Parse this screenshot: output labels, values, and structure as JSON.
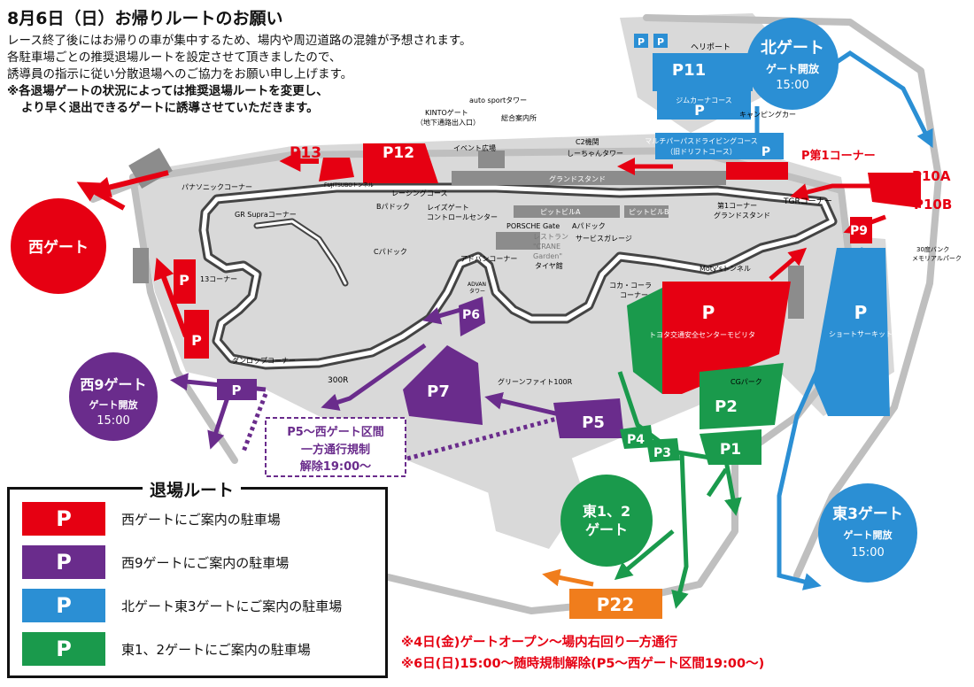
{
  "header": {
    "title": "8月6日（日）お帰りルートのお願い",
    "line1": "レース終了後にはお帰りの車が集中するため、場内や周辺道路の混雑が予想されます。",
    "line2": "各駐車場ごとの推奨退場ルートを設定させて頂きましたので、",
    "line3": "誘導員の指示に従い分散退場へのご協力をお願い申し上げます。",
    "line4": "※各退場ゲートの状況によっては推奨退場ルートを変更し、",
    "line5": "より早く退出できるゲートに誘導させていただきます。"
  },
  "colors": {
    "red": "#e60012",
    "purple": "#6a2c8c",
    "blue": "#2b8fd4",
    "green": "#1a9a4c",
    "orange": "#f07d1c"
  },
  "gates": {
    "west": "西ゲート",
    "north": "北ゲート",
    "north_open": "ゲート開放",
    "north_time": "15:00",
    "west9": "西9ゲート",
    "west9_open": "ゲート開放",
    "west9_time": "15:00",
    "east3": "東3ゲート",
    "east3_open": "ゲート開放",
    "east3_time": "15:00",
    "east12_line1": "東1、2",
    "east12_line2": "ゲート"
  },
  "parking": {
    "p1": "P1",
    "p2": "P2",
    "p3": "P3",
    "p4": "P4",
    "p5": "P5",
    "p6": "P6",
    "p7": "P7",
    "p9": "P9",
    "p10a": "P10A",
    "p10b": "P10B",
    "p11": "P11",
    "p12": "P12",
    "p13": "P13",
    "p22": "P22",
    "p_first_corner": "P第1コーナー",
    "p": "P"
  },
  "places": {
    "heliport": "ヘリポート",
    "gymkhana": "ジムカーナコース",
    "camping": "キャンピングカー",
    "multi_line1": "マルチパーパスドライビングコース",
    "multi_line2": "（旧ドリフトコース）",
    "auto_sport": "auto sportタワー",
    "kinto_line1": "KINTOゲート",
    "kinto_line2": "（地下通路出入口）",
    "info": "総合案内所",
    "event": "イベント広場",
    "c2_line1": "C2機関",
    "c2_line2": "しーちゃんタワー",
    "grandstand": "グランドスタンド",
    "fujitsubo": "FUJITSUBOトンネル",
    "racing_course": "レーシングコース",
    "panasonic": "パナソニックコーナー",
    "b_paddock": "Bパドック",
    "rays_line1": "レイズゲート",
    "rays_line2": "コントロールセンター",
    "pit_a": "ピットビルA",
    "pit_b": "ピットビルB",
    "first_corner_gs_line1": "第1コーナー",
    "first_corner_gs_line2": "グランドスタンド",
    "tgr": "TGRコーナー",
    "gr_supra": "GR Supraコーナー",
    "porsche": "PORSCHE Gate",
    "a_paddock": "Aパドック",
    "restaurant_line1": "レストラン",
    "restaurant_line2": "\"CRANE",
    "restaurant_line3": "Garden\"",
    "service_garage": "サービスガレージ",
    "c_paddock": "Cパドック",
    "advan_corner": "アドバンコーナー",
    "tire": "タイヤ館",
    "motys": "Moty'sトンネル",
    "bank_line1": "30度バンク",
    "bank_line2": "メモリアルパーク",
    "c13": "13コーナー",
    "advan_tower_line1": "ADVAN",
    "advan_tower_line2": "タワー",
    "coca_line1": "コカ・コーラ",
    "coca_line2": "コーナー",
    "toyota_center": "トヨタ交通安全センターモビリタ",
    "short_circuit": "ショートサーキット",
    "dunlop": "ダンロップコーナー",
    "c300r": "300R",
    "green_fight": "グリーンファイト100R",
    "cg_park": "CGパーク"
  },
  "regulation": {
    "line1": "P5～西ゲート区間",
    "line2": "一方通行規制",
    "line3": "解除19:00～"
  },
  "legend": {
    "title": "退場ルート",
    "items": [
      {
        "color": "#e60012",
        "box": "P",
        "label": "西ゲートにご案内の駐車場"
      },
      {
        "color": "#6a2c8c",
        "box": "P",
        "label": "西9ゲートにご案内の駐車場"
      },
      {
        "color": "#2b8fd4",
        "box": "P",
        "label": "北ゲート東3ゲートにご案内の駐車場"
      },
      {
        "color": "#1a9a4c",
        "box": "P",
        "label": "東1、2ゲートにご案内の駐車場"
      }
    ]
  },
  "notes": {
    "line1": "※4日(金)ゲートオープン～場内右回り一方通行",
    "line2": "※6日(日)15:00～随時規制解除(P5～西ゲート区間19:00～)"
  }
}
